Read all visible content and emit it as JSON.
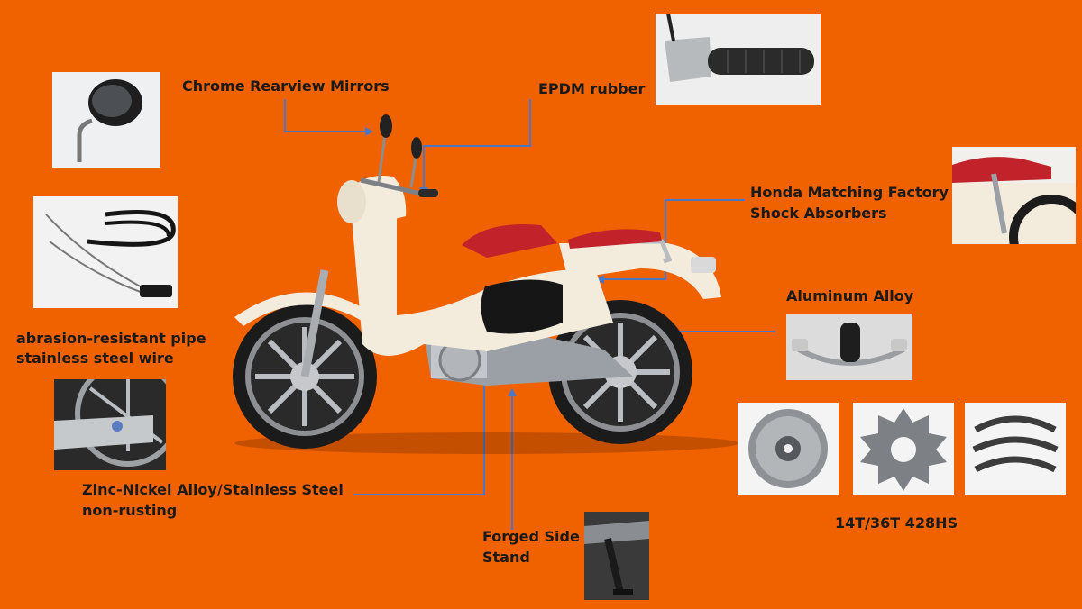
{
  "colors": {
    "background": "#f06100",
    "leader_line": "#4a78c8",
    "label_text": "#1a1a1a",
    "seat_red": "#c2222a",
    "body_cream": "#f3ecdd"
  },
  "labels": {
    "mirrors": "Chrome Rearview Mirrors",
    "grip": "EPDM rubber",
    "shock_line1": "Honda Matching Factory",
    "shock_line2": "Shock Absorbers",
    "aluminum": "Aluminum Alloy",
    "cable_line1": "abrasion-resistant pipe",
    "cable_line2": "stainless steel wire",
    "zinc_line1": "Zinc-Nickel Alloy/Stainless Steel",
    "zinc_line2": "non-rusting",
    "stand_line1": "Forged Side",
    "stand_line2": "Stand",
    "sprocket": "14T/36T 428HS"
  },
  "photos": [
    {
      "name": "mirror-photo",
      "icon": "rearview-mirror-icon"
    },
    {
      "name": "grip-photo",
      "icon": "handlebar-grip-icon"
    },
    {
      "name": "cable-photo",
      "icon": "brake-cable-icon"
    },
    {
      "name": "shock-photo",
      "icon": "rear-rack-shock-icon"
    },
    {
      "name": "pedal-photo",
      "icon": "foot-pedal-icon"
    },
    {
      "name": "wheel-detail-photo",
      "icon": "wheel-hub-icon"
    },
    {
      "name": "clutch-photo",
      "icon": "clutch-drum-icon"
    },
    {
      "name": "sprocket-photo",
      "icon": "sprocket-icon"
    },
    {
      "name": "chain-photo",
      "icon": "chain-icon"
    },
    {
      "name": "side-stand-photo",
      "icon": "side-stand-icon"
    }
  ]
}
